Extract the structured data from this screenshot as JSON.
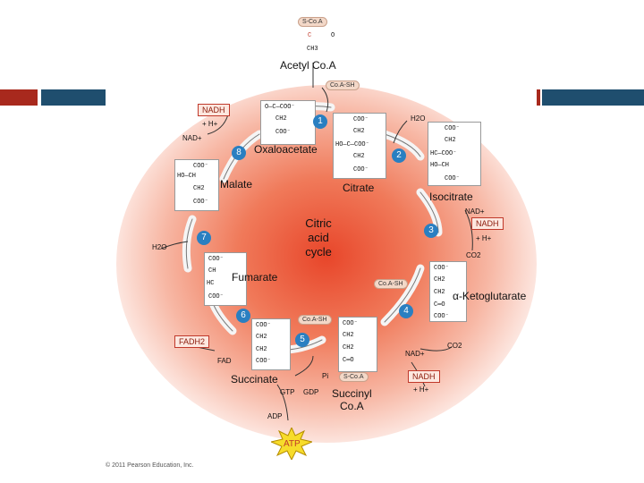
{
  "colors": {
    "accent_red": "#c0392b",
    "accent_navy": "#1f4e6e",
    "step_blue": "#2a7fc1"
  },
  "title_molecule": {
    "name": "Acetyl Co.A",
    "top_label": "S-Co.A",
    "c": "C",
    "o": "O",
    "ch3": "CH3"
  },
  "center_label": [
    "Citric",
    "acid",
    "cycle"
  ],
  "molecules": {
    "oxaloacetate": "Oxaloacetate",
    "citrate": "Citrate",
    "isocitrate": "Isocitrate",
    "alpha_ketoglutarate": "α-Ketoglutarate",
    "succinyl_coa": "Succinyl\nCo.A",
    "succinate": "Succinate",
    "fumarate": "Fumarate",
    "malate": "Malate"
  },
  "cofactors": {
    "coa_sh_1": "Co.A-SH",
    "coa_sh_2": "Co.A-SH",
    "coa_sh_3": "Co.A-SH",
    "s_coa": "S-Co.A",
    "nadh_1": "NADH",
    "h_1": "+ H+",
    "nad_1": "NAD+",
    "h2o_1": "H2O",
    "h2o_2": "H2O",
    "nad_2": "NAD+",
    "nadh_2": "NADH",
    "h_2": "+ H+",
    "co2_1": "CO2",
    "co2_2": "CO2",
    "nad_3": "NAD+",
    "nadh_3": "NADH",
    "h_3": "+ H+",
    "gtp": "GTP",
    "gdp": "GDP",
    "pi": "Pi",
    "adp": "ADP",
    "atp": "ATP",
    "fadh2": "FADH2",
    "fad": "FAD"
  },
  "steps": [
    "1",
    "2",
    "3",
    "4",
    "5",
    "6",
    "7",
    "8"
  ],
  "copyright": "© 2011 Pearson Education, Inc."
}
